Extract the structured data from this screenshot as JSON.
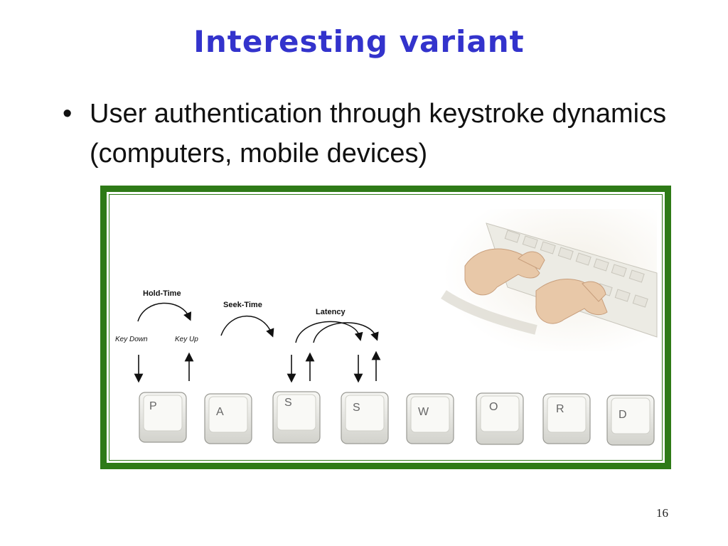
{
  "slide": {
    "title": "Interesting variant",
    "bullet_symbol": "•",
    "bullet_text": "User authentication through keystroke dynamics (computers, mobile devices)",
    "page_number": "16"
  },
  "figure": {
    "labels": {
      "hold_time": "Hold-Time",
      "seek_time": "Seek-Time",
      "latency": "Latency",
      "key_down": "Key Down",
      "key_up": "Key Up"
    },
    "keys": [
      "P",
      "A",
      "S",
      "S",
      "W",
      "O",
      "R",
      "D"
    ],
    "image_icon": "hands-typing-on-keyboard"
  },
  "colors": {
    "title": "#3333cc",
    "frame": "#2e7a17"
  }
}
